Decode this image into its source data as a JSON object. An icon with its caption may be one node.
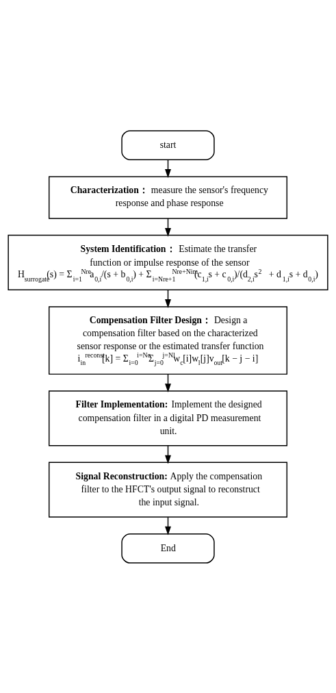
{
  "diagram": {
    "nodes": [
      {
        "text": [
          "start"
        ]
      },
      {
        "text": [
          "Characterization：",
          "measure the sensor's frequency response and phase response"
        ]
      },
      {
        "text": [
          "System Identification：",
          "Estimate the transfer function or impulse response of the sensor",
          "H$_{surrogate}$(s) = Σ$_{i=1}$$^{Nre}$a$_{0,i}$/(s + b$_{0,i}$) + Σ$_{i=Nre+1}$$^{Nre+Nim}$(c$_{1,i}$s + c$_{0,i}$)/(d$_{2,i}$s$^{2}$ + d$_{1,i}$s + d$_{0,i}$)"
        ]
      },
      {
        "text": [
          "Compensation Filter Design：",
          "Design a compensation filter based on the characterized sensor response or the estimated transfer function",
          "i$_{in}$$^{reconst}$[k] = Σ$_{i=0}$$^{i=Nc}$Σ$_{j=0}$$^{j=Nl}$w$_{c}$[i]w$_{l}$[j]v$_{out}$[k − j − i]"
        ]
      },
      {
        "text": [
          "Filter Implementation:",
          "Implement the designed compensation filter in a digital PD measurement unit."
        ]
      },
      {
        "text": [
          "Signal Reconstruction:",
          "Apply the compensation filter to the HFCT's output signal to reconstruct the input signal."
        ]
      },
      {
        "text": [
          "End"
        ]
      }
    ],
    "edges": [
      {
        "from": 0,
        "to": 1,
        "arrow": "to"
      },
      {
        "from": 1,
        "to": 2,
        "arrow": "to"
      },
      {
        "from": 2,
        "to": 3,
        "arrow": "to"
      },
      {
        "from": 3,
        "to": 4,
        "arrow": "to"
      },
      {
        "from": 4,
        "to": 5,
        "arrow": "to"
      },
      {
        "from": 5,
        "to": 6,
        "arrow": "to"
      }
    ]
  }
}
